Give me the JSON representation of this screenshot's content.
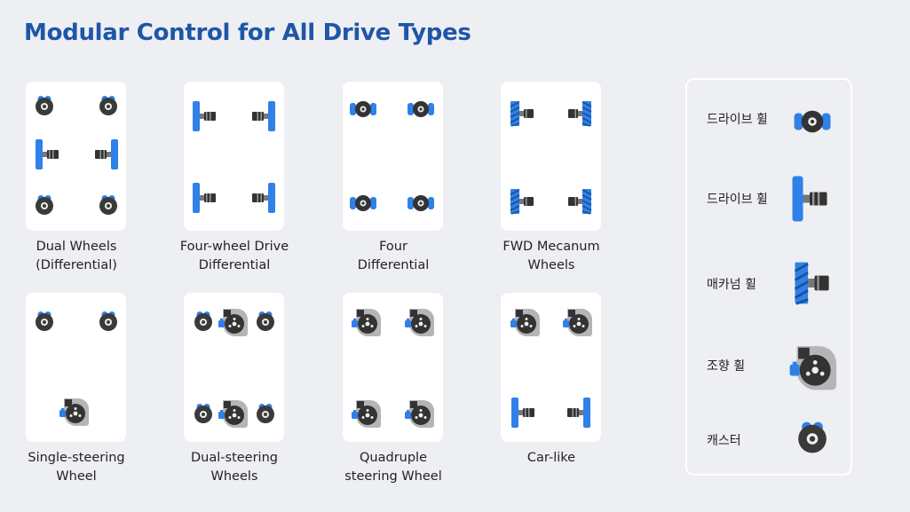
{
  "title": "Modular Control for All Drive Types",
  "configs": [
    {
      "line1": "Dual Wheels",
      "line2": "(Differential)"
    },
    {
      "line1": "Four-wheel Drive",
      "line2": "Differential"
    },
    {
      "line1": "Four",
      "line2": "Differential"
    },
    {
      "line1": "FWD Mecanum",
      "line2": "Wheels"
    },
    {
      "line1": "Single-steering",
      "line2": "Wheel"
    },
    {
      "line1": "Dual-steering",
      "line2": "Wheels"
    },
    {
      "line1": "Quadruple",
      "line2": "steering Wheel"
    },
    {
      "line1": "Car-like",
      "line2": ""
    }
  ],
  "legend": [
    {
      "label": "드라이브 휠",
      "icon": "drive-wheel-side-icon"
    },
    {
      "label": "드라이브 휠",
      "icon": "drive-wheel-front-icon"
    },
    {
      "label": "매카넘 휠",
      "icon": "mecanum-wheel-icon"
    },
    {
      "label": "조향 휠",
      "icon": "steering-wheel-icon"
    },
    {
      "label": "캐스터",
      "icon": "caster-icon"
    }
  ],
  "colors": {
    "title": "#1e56a8",
    "wheel_blue": "#2f80e8",
    "motor_dark": "#333333",
    "steer_gray": "#b3b3b3"
  }
}
